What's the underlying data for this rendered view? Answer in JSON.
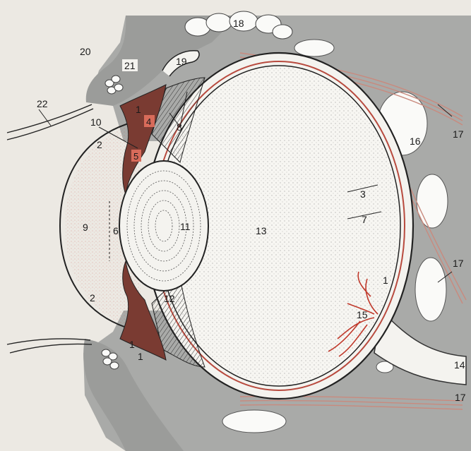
{
  "labels": {
    "l1a": "1",
    "l1b": "1",
    "l1c": "1",
    "l1d": "1",
    "l2a": "2",
    "l2b": "2",
    "l3": "3",
    "l4": "4",
    "l5": "5",
    "l6": "6",
    "l7": "7",
    "l8": "8",
    "l9": "9",
    "l10": "10",
    "l11": "11",
    "l12": "12",
    "l13": "13",
    "l14": "14",
    "l15": "15",
    "l16": "16",
    "l17a": "17",
    "l17b": "17",
    "l17c": "17",
    "l18": "18",
    "l19": "19",
    "l20": "20",
    "l21": "21",
    "l22": "22"
  },
  "colors": {
    "paper": "#ece9e3",
    "tissue_gray": "#a9aaa8",
    "tissue_dark": "#8f908e",
    "sclera": "#f4f3ef",
    "vitreous": "#f7f6f2",
    "ciliary_red": "#b84a3e",
    "vessel_red": "#c0392b",
    "muscle_red": "#c98a7e",
    "ink": "#1a1a1a"
  }
}
